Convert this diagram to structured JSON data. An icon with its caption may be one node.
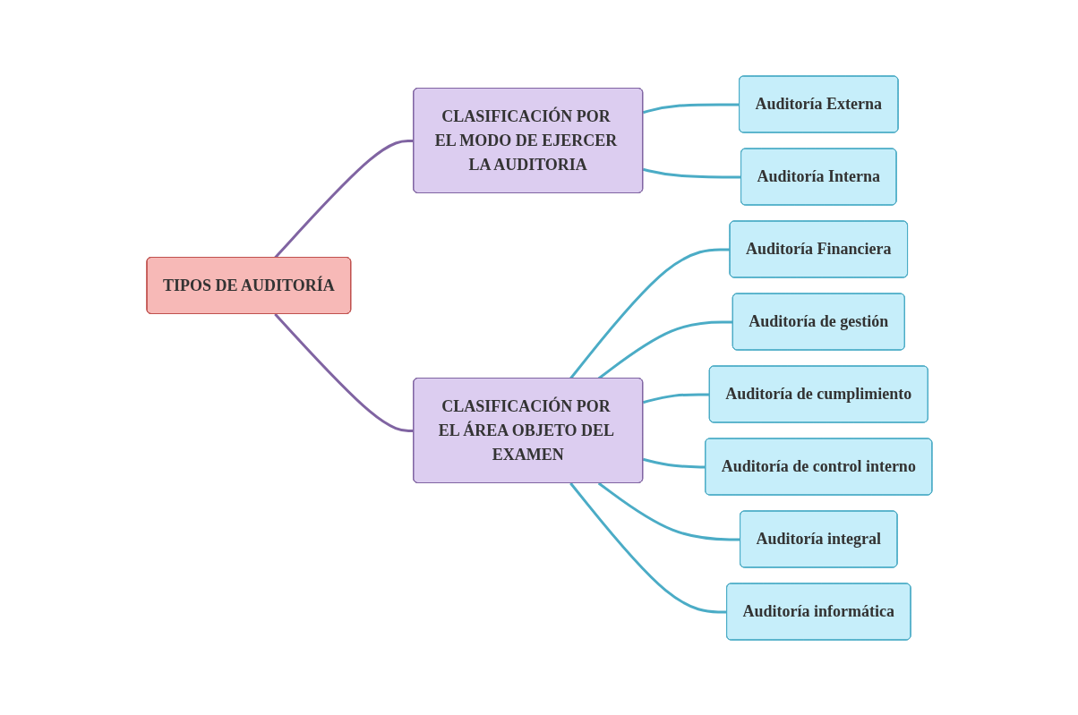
{
  "diagram": {
    "nodes": [
      {
        "text": [
          "TIPOS DE AUDITORÍA"
        ]
      },
      {
        "text": [
          "CLASIFICACIÓN POR EL MODO DE EJERCER LA AUDITORIA"
        ]
      },
      {
        "text": [
          "Auditoría Externa"
        ]
      },
      {
        "text": [
          "Auditoría Interna"
        ]
      },
      {
        "text": [
          "CLASIFICACIÓN POR EL ÁREA OBJETO DEL EXAMEN"
        ]
      },
      {
        "text": [
          "Auditoría Financiera"
        ]
      },
      {
        "text": [
          "Auditoría de gestión"
        ]
      },
      {
        "text": [
          "Auditoría de cumplimiento"
        ]
      },
      {
        "text": [
          "Auditoría de control interno"
        ]
      },
      {
        "text": [
          "Auditoría integral"
        ]
      },
      {
        "text": [
          "Auditoría informática"
        ]
      }
    ],
    "edges": [
      {
        "from": 0,
        "to": 1,
        "arrow": "none",
        "color": "#8064a2"
      },
      {
        "from": 1,
        "to": 2,
        "arrow": "none"
      },
      {
        "from": 1,
        "to": 3,
        "arrow": "none"
      },
      {
        "from": 0,
        "to": 4,
        "arrow": "none",
        "color": "#8064a2"
      },
      {
        "from": 4,
        "to": 5,
        "arrow": "none"
      },
      {
        "from": 4,
        "to": 6,
        "arrow": "none"
      },
      {
        "from": 4,
        "to": 7,
        "arrow": "none"
      },
      {
        "from": 4,
        "to": 8,
        "arrow": "none"
      },
      {
        "from": 4,
        "to": 9,
        "arrow": "none"
      },
      {
        "from": 4,
        "to": 10,
        "arrow": "none"
      }
    ]
  }
}
